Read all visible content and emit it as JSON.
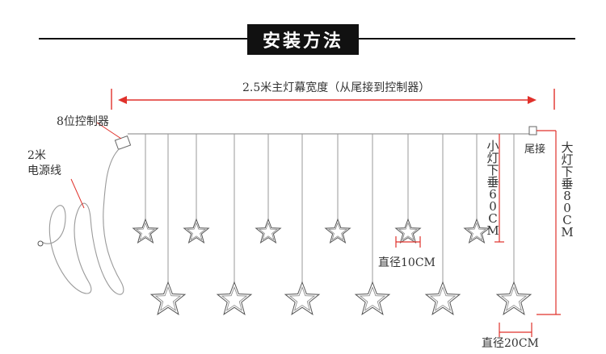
{
  "title": "安装方法",
  "labels": {
    "width": "2.5米主灯幕宽度（从尾接到控制器）",
    "controller": "8位控制器",
    "cable_len": "2米",
    "cable_name": "电源线",
    "tail": "尾接",
    "small_drop": "小灯下垂60CM",
    "big_drop": "大灯下垂80CM",
    "small_diam": "直径10CM",
    "big_diam": "直径20CM"
  },
  "colors": {
    "line": "#9a9a9a",
    "red": "#e0312b",
    "dark": "#111111",
    "text": "#333333"
  }
}
